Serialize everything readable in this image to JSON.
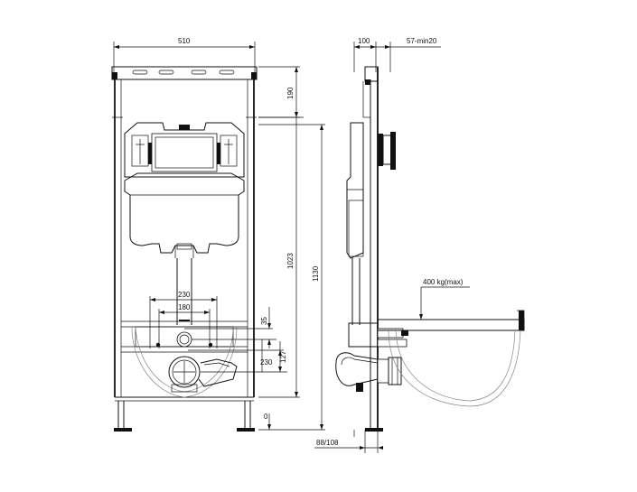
{
  "colors": {
    "line": "#111111",
    "background": "#ffffff"
  },
  "front_view": {
    "dim_width": "510",
    "dim_top": "190",
    "dim_1023": "1023",
    "dim_1130": "1130",
    "dim_230_top": "230",
    "dim_180": "180",
    "dim_35": "35",
    "dim_230_side": "230",
    "dim_127": "127",
    "dim_0": "0"
  },
  "side_view": {
    "dim_100": "100",
    "dim_57_min20": "57-min20",
    "dim_88_108": "88/108",
    "load_label": "400 kg(max)"
  }
}
